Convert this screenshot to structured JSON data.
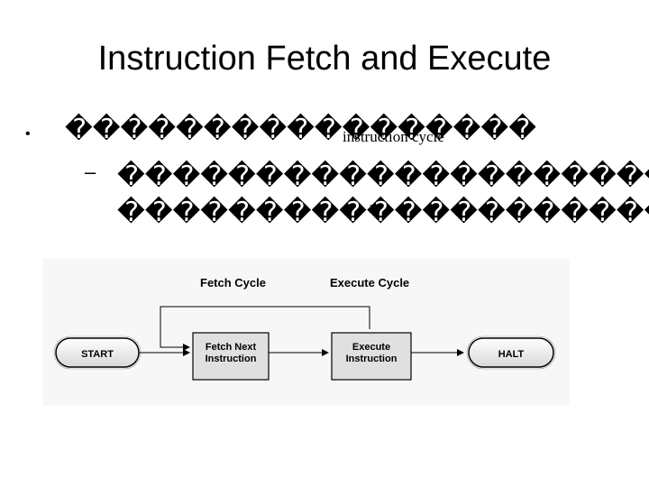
{
  "slide": {
    "title": "Instruction Fetch and Execute",
    "bullet_symbol": "•",
    "dash_symbol": "–",
    "line1_glyphs": "�����������������",
    "line1_overlay": "instruction cycle",
    "line2_glyphs": "��������������������",
    "line3_glyphs": "��������������������",
    "line3_overlay": "?"
  },
  "diagram": {
    "label_fetch_cycle": "Fetch Cycle",
    "label_execute_cycle": "Execute Cycle",
    "start_label": "START",
    "fetch_box": [
      "Fetch Next",
      "Instruction"
    ],
    "execute_box": [
      "Execute",
      "Instruction"
    ],
    "halt_label": "HALT"
  }
}
